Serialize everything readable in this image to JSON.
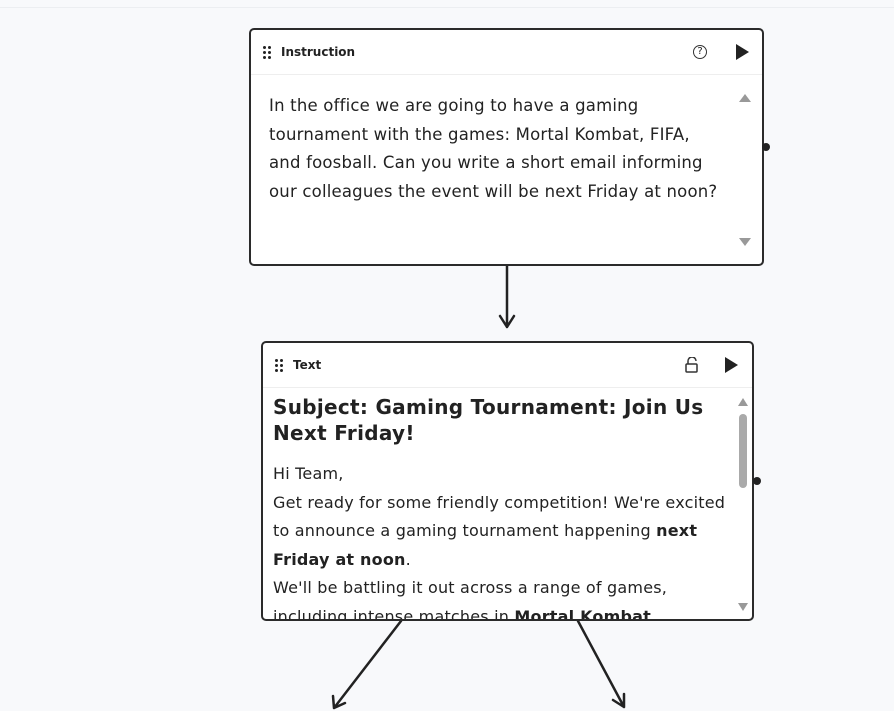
{
  "instruction_node": {
    "title": "Instruction",
    "help_icon": "question-circle-icon",
    "run_icon": "play-icon",
    "text": "In the office we are going to have a gaming tournament with the games: Mortal Kombat, FIFA, and foosball. Can you write a short email informing our colleagues the event will be next Friday at noon?"
  },
  "text_node": {
    "title": "Text",
    "lock_icon": "unlock-icon",
    "run_icon": "play-icon",
    "subject": "Subject: Gaming Tournament: Join Us Next Friday!",
    "greeting": "Hi Team,",
    "para1_start": "Get ready for some friendly competition! We're excited to announce a gaming tournament happening ",
    "para1_bold": "next Friday at noon",
    "para1_end": ".",
    "para2_start": "We'll be battling it out across a range of games, including intense matches in ",
    "para2_bold": "Mortal Kombat"
  },
  "colors": {
    "background": "#f8f9fb",
    "border": "#2b2b2b",
    "scroll": "#999999"
  }
}
